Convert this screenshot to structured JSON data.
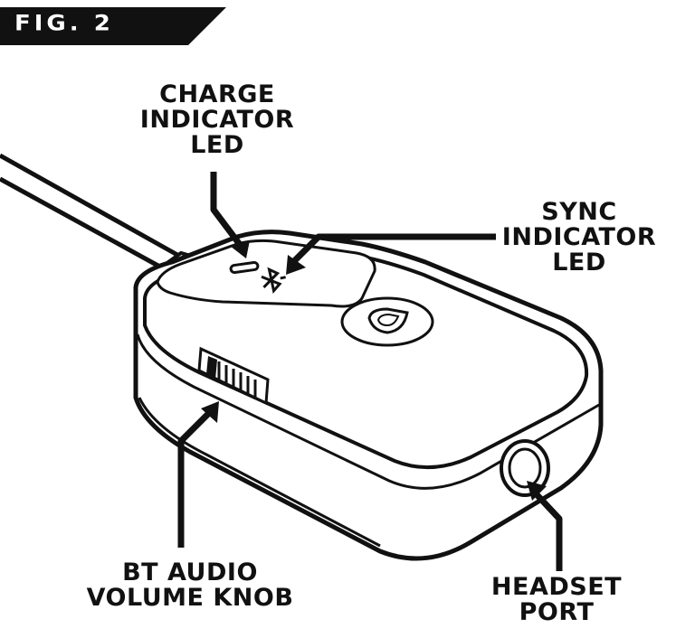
{
  "figure": {
    "label": "FIG. 2"
  },
  "callouts": {
    "charge": {
      "lines": [
        "CHARGE",
        "INDICATOR",
        "LED"
      ]
    },
    "sync": {
      "lines": [
        "SYNC",
        "INDICATOR",
        "LED"
      ]
    },
    "volume": {
      "lines": [
        "BT AUDIO",
        "VOLUME KNOB"
      ]
    },
    "headset": {
      "lines": [
        "HEADSET",
        "PORT"
      ]
    }
  },
  "icons": [
    "bluetooth-icon",
    "brand-logo-icon"
  ],
  "colors": {
    "ink": "#111111",
    "banner": "#111111",
    "background": "#ffffff"
  }
}
